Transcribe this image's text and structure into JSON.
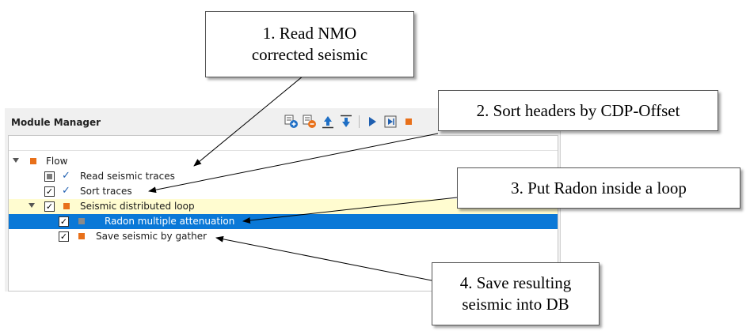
{
  "panel": {
    "title": "Module Manager"
  },
  "toolbar": {
    "buttons": [
      {
        "icon": "add-module-icon"
      },
      {
        "icon": "remove-module-icon"
      },
      {
        "icon": "move-up-icon"
      },
      {
        "icon": "move-down-icon"
      },
      {
        "icon": "run-icon"
      },
      {
        "icon": "run-step-icon"
      },
      {
        "icon": "stop-icon"
      }
    ]
  },
  "tree": {
    "rows": [
      {
        "label": "Flow",
        "check": "none",
        "status": "orange-square"
      },
      {
        "label": "Read seismic traces",
        "check": "partial",
        "status": "blue-tick"
      },
      {
        "label": "Sort traces",
        "check": "checked",
        "status": "blue-tick"
      },
      {
        "label": "Seismic distributed loop",
        "check": "checked",
        "status": "orange-square"
      },
      {
        "label": "Radon multiple attenuation",
        "check": "checked",
        "status": "gray-square"
      },
      {
        "label": "Save seismic by gather",
        "check": "checked",
        "status": "orange-square"
      }
    ],
    "check_glyph": "✓"
  },
  "callouts": {
    "c1": {
      "line1": "1. Read NMO",
      "line2": "corrected seismic"
    },
    "c2": {
      "line1": "2. Sort headers by CDP-Offset"
    },
    "c3": {
      "line1": "3. Put Radon inside a loop"
    },
    "c4": {
      "line1": "4. Save resulting",
      "line2": "seismic into DB"
    }
  },
  "colors": {
    "selection": "#0a78d7",
    "loop_highlight": "#fffcd0",
    "orange": "#e8701a",
    "blue": "#1f5fb0",
    "gray": "#7a7a7a"
  }
}
